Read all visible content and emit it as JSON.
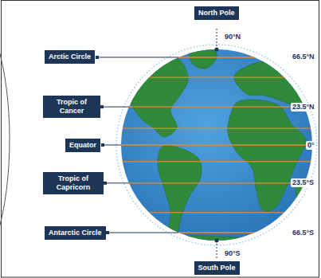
{
  "diagram": {
    "nodes": [
      {
        "text": [
          "North Pole"
        ]
      },
      {
        "text": [
          "Arctic Circle"
        ]
      },
      {
        "text": [
          "Tropic of Cancer"
        ]
      },
      {
        "text": [
          "Equator"
        ]
      },
      {
        "text": [
          "Tropic of Capricorn"
        ]
      },
      {
        "text": [
          "Antarctic Circle"
        ]
      },
      {
        "text": [
          "South Pole"
        ]
      }
    ],
    "labels": [
      "90°N",
      "66.5°N",
      "23.5°N",
      "0°",
      "23.5°S",
      "66.5°S",
      "90°S"
    ]
  }
}
